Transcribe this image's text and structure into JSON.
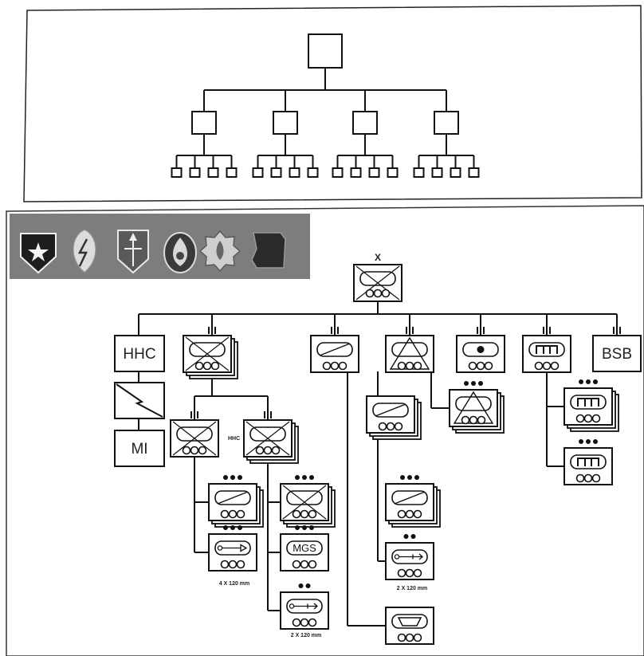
{
  "generic_chart": {
    "root": "",
    "groups": [
      {
        "subunits": 4
      },
      {
        "subunits": 4
      },
      {
        "subunits": 4
      },
      {
        "subunits": 4
      }
    ]
  },
  "insignia": {
    "icons": [
      "star-shield-insignia-icon",
      "leaf-bolt-insignia-icon",
      "sword-arrow-insignia-icon",
      "flame-drop-insignia-icon",
      "fleur-de-lis-insignia-icon",
      "keystone-insignia-icon"
    ]
  },
  "brigade_chart": {
    "echelon_mark": "X",
    "units": {
      "hhc": "HHC",
      "signal": "",
      "mi": "MI",
      "bsb": "BSB",
      "hhc_small": "HHC",
      "mgs": "MGS"
    },
    "mortars": {
      "mortar_4x120": "4 X 120 mm",
      "mortar_2x120_a": "2 X 120 mm",
      "mortar_2x120_b": "2 X 120 mm"
    }
  },
  "colors": {
    "ink": "#111111",
    "insignia_bar": "#7d7d7d",
    "border": "#333333"
  }
}
